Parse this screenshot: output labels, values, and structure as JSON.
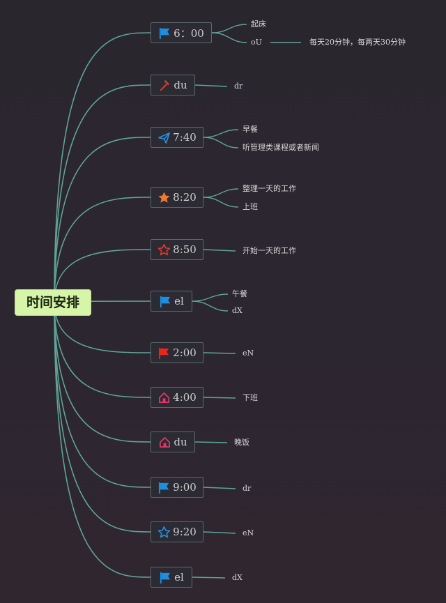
{
  "colors": {
    "background": "#2b2630",
    "link": "#5ea49a",
    "root_fill": "#d6f5a8",
    "node_border": "#5c6a6c"
  },
  "root": {
    "label": "时间安排"
  },
  "branches": [
    {
      "time": "6：00",
      "icon": "flag-icon",
      "icon_color": "#1e8fe0",
      "leaves": [
        {
          "text": "起床"
        },
        {
          "text": "oU",
          "children": [
            {
              "text": "每天20分钟，每两天30分钟"
            }
          ]
        }
      ]
    },
    {
      "time": "du",
      "icon": "hammer-icon",
      "icon_color": "#d23a2a",
      "leaves": [
        {
          "text": "dr"
        }
      ]
    },
    {
      "time": "7:40",
      "icon": "paper-plane-icon",
      "icon_color": "#2a8fd8",
      "leaves": [
        {
          "text": "早餐"
        },
        {
          "text": "听管理类课程或者新闻"
        }
      ]
    },
    {
      "time": "8:20",
      "icon": "star-filled-icon",
      "icon_color": "#f07a32",
      "leaves": [
        {
          "text": "整理一天的工作"
        },
        {
          "text": "上班"
        }
      ]
    },
    {
      "time": "8:50",
      "icon": "star-outline-icon",
      "icon_color": "#e03a2a",
      "leaves": [
        {
          "text": "开始一天的工作"
        }
      ]
    },
    {
      "time": "el",
      "icon": "flag-icon",
      "icon_color": "#1e8fe0",
      "leaves": [
        {
          "text": "午餐"
        },
        {
          "text": "dX"
        }
      ]
    },
    {
      "time": "2:00",
      "icon": "flag-icon",
      "icon_color": "#e8261e",
      "leaves": [
        {
          "text": "eN"
        }
      ]
    },
    {
      "time": "4:00",
      "icon": "home-icon",
      "icon_color": "#e0386a",
      "leaves": [
        {
          "text": "下班"
        }
      ]
    },
    {
      "time": "du",
      "icon": "home-icon",
      "icon_color": "#e0386a",
      "leaves": [
        {
          "text": "晚饭"
        }
      ]
    },
    {
      "time": "9:00",
      "icon": "flag-icon",
      "icon_color": "#1e8fe0",
      "leaves": [
        {
          "text": "dr"
        }
      ]
    },
    {
      "time": "9:20",
      "icon": "star-outline-icon",
      "icon_color": "#2a8fd8",
      "leaves": [
        {
          "text": "eN"
        }
      ]
    },
    {
      "time": "el",
      "icon": "flag-icon",
      "icon_color": "#1e8fe0",
      "leaves": [
        {
          "text": "dX"
        }
      ]
    }
  ]
}
